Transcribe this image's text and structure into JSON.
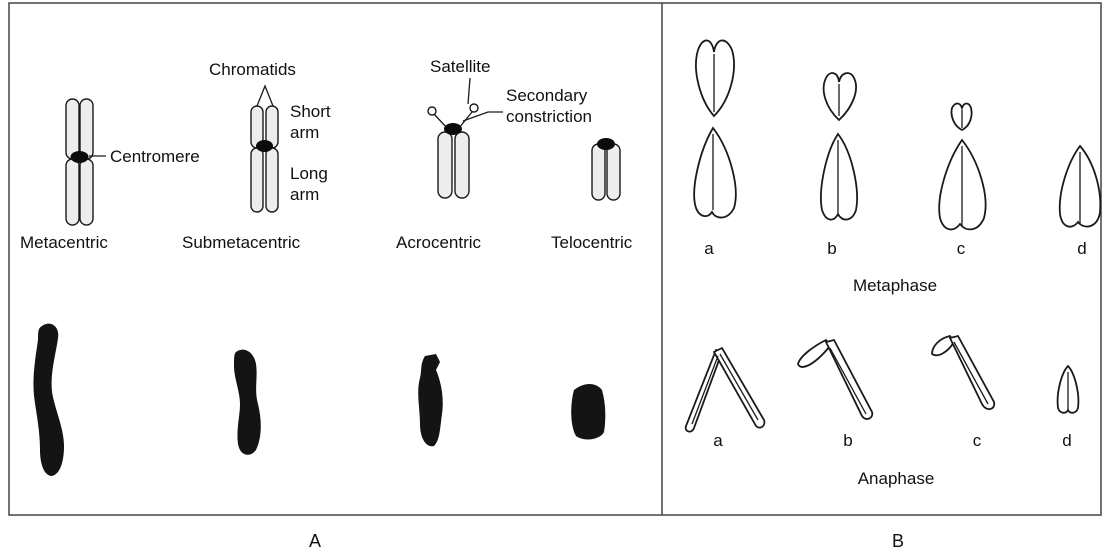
{
  "panel_a": {
    "label": "A",
    "annotations": {
      "chromatids": "Chromatids",
      "short_arm_1": "Short",
      "short_arm_2": "arm",
      "long_arm_1": "Long",
      "long_arm_2": "arm",
      "centromere": "Centromere",
      "satellite": "Satellite",
      "secondary_1": "Secondary",
      "secondary_2": "constriction"
    },
    "types": [
      "Metacentric",
      "Submetacentric",
      "Acrocentric",
      "Telocentric"
    ]
  },
  "panel_b": {
    "label": "B",
    "metaphase_title": "Metaphase",
    "anaphase_title": "Anaphase",
    "metaphase_letters": [
      "a",
      "b",
      "c",
      "d"
    ],
    "anaphase_letters": [
      "a",
      "b",
      "c",
      "d"
    ]
  },
  "colors": {
    "outline": "#1a1a1a",
    "chromatid_fill": "#ededed",
    "centromere": "#0b0b0b",
    "photo_chromosome": "#141414"
  }
}
